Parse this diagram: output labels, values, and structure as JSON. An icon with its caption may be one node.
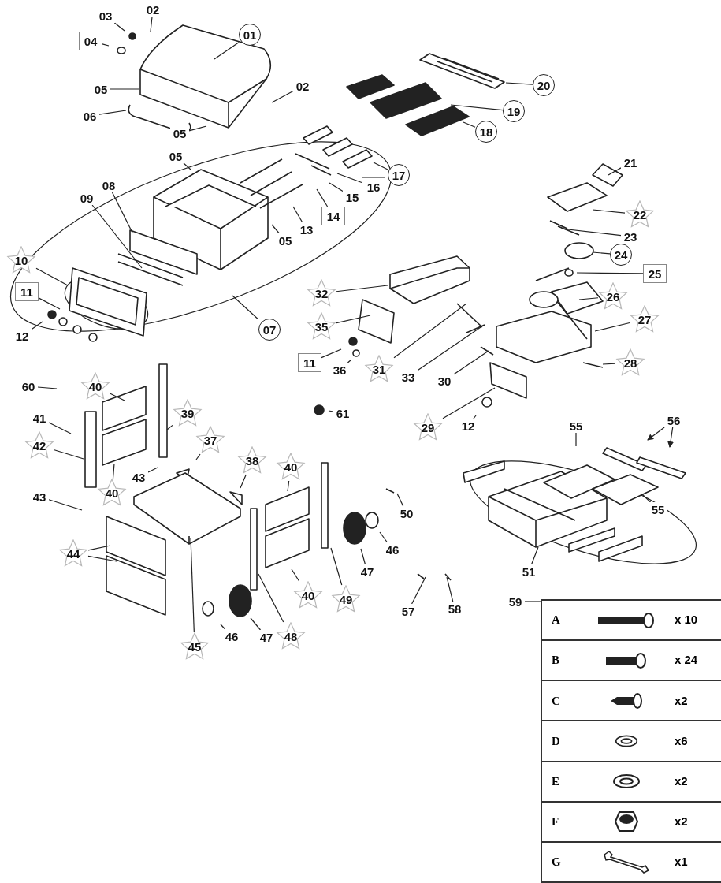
{
  "diagram": {
    "nodes": [
      {
        "text": [
          "01"
        ]
      },
      {
        "text": [
          "02"
        ]
      },
      {
        "text": [
          "03"
        ]
      },
      {
        "text": [
          "04"
        ]
      },
      {
        "text": [
          "05"
        ]
      },
      {
        "text": [
          "06"
        ]
      },
      {
        "text": [
          "05"
        ]
      },
      {
        "text": [
          "02"
        ]
      },
      {
        "text": [
          "05"
        ]
      },
      {
        "text": [
          "08"
        ]
      },
      {
        "text": [
          "09"
        ]
      },
      {
        "text": [
          "10"
        ]
      },
      {
        "text": [
          "11"
        ]
      },
      {
        "text": [
          "12"
        ]
      },
      {
        "text": [
          "07"
        ]
      },
      {
        "text": [
          "05"
        ]
      },
      {
        "text": [
          "13"
        ]
      },
      {
        "text": [
          "14"
        ]
      },
      {
        "text": [
          "15"
        ]
      },
      {
        "text": [
          "16"
        ]
      },
      {
        "text": [
          "17"
        ]
      },
      {
        "text": [
          "18"
        ]
      },
      {
        "text": [
          "19"
        ]
      },
      {
        "text": [
          "20"
        ]
      },
      {
        "text": [
          "21"
        ]
      },
      {
        "text": [
          "22"
        ]
      },
      {
        "text": [
          "23"
        ]
      },
      {
        "text": [
          "24"
        ]
      },
      {
        "text": [
          "25"
        ]
      },
      {
        "text": [
          "26"
        ]
      },
      {
        "text": [
          "27"
        ]
      },
      {
        "text": [
          "28"
        ]
      },
      {
        "text": [
          "32"
        ]
      },
      {
        "text": [
          "35"
        ]
      },
      {
        "text": [
          "11"
        ]
      },
      {
        "text": [
          "36"
        ]
      },
      {
        "text": [
          "31"
        ]
      },
      {
        "text": [
          "33"
        ]
      },
      {
        "text": [
          "30"
        ]
      },
      {
        "text": [
          "29"
        ]
      },
      {
        "text": [
          "12"
        ]
      },
      {
        "text": [
          "60"
        ]
      },
      {
        "text": [
          "40"
        ]
      },
      {
        "text": [
          "41"
        ]
      },
      {
        "text": [
          "39"
        ]
      },
      {
        "text": [
          "42"
        ]
      },
      {
        "text": [
          "37"
        ]
      },
      {
        "text": [
          "43"
        ]
      },
      {
        "text": [
          "38"
        ]
      },
      {
        "text": [
          "40"
        ]
      },
      {
        "text": [
          "43"
        ]
      },
      {
        "text": [
          "40"
        ]
      },
      {
        "text": [
          "44"
        ]
      },
      {
        "text": [
          "45"
        ]
      },
      {
        "text": [
          "50"
        ]
      },
      {
        "text": [
          "46"
        ]
      },
      {
        "text": [
          "47"
        ]
      },
      {
        "text": [
          "40"
        ]
      },
      {
        "text": [
          "49"
        ]
      },
      {
        "text": [
          "46"
        ]
      },
      {
        "text": [
          "47"
        ]
      },
      {
        "text": [
          "48"
        ]
      },
      {
        "text": [
          "57"
        ]
      },
      {
        "text": [
          "58"
        ]
      },
      {
        "text": [
          "61"
        ]
      },
      {
        "text": [
          "55"
        ]
      },
      {
        "text": [
          "56"
        ]
      },
      {
        "text": [
          "55"
        ]
      },
      {
        "text": [
          "51"
        ]
      },
      {
        "text": [
          "59"
        ]
      }
    ],
    "edges": [
      {
        "from": 0,
        "to": null,
        "arrow": "none"
      },
      {
        "from": 1,
        "to": null,
        "arrow": "none"
      },
      {
        "from": 2,
        "to": null,
        "arrow": "none"
      },
      {
        "from": 3,
        "to": null,
        "arrow": "none"
      },
      {
        "from": 4,
        "to": null,
        "arrow": "none"
      },
      {
        "from": 5,
        "to": null,
        "arrow": "none"
      },
      {
        "from": 6,
        "to": null,
        "arrow": "none"
      },
      {
        "from": 7,
        "to": null,
        "arrow": "none"
      },
      {
        "from": 8,
        "to": null,
        "arrow": "none"
      },
      {
        "from": 9,
        "to": null,
        "arrow": "none"
      },
      {
        "from": 10,
        "to": null,
        "arrow": "none"
      },
      {
        "from": 11,
        "to": null,
        "arrow": "none"
      },
      {
        "from": 12,
        "to": null,
        "arrow": "none"
      },
      {
        "from": 13,
        "to": null,
        "arrow": "none"
      },
      {
        "from": 14,
        "to": null,
        "arrow": "none"
      },
      {
        "from": 15,
        "to": null,
        "arrow": "none"
      },
      {
        "from": 16,
        "to": null,
        "arrow": "none"
      },
      {
        "from": 17,
        "to": null,
        "arrow": "none"
      },
      {
        "from": 18,
        "to": null,
        "arrow": "none"
      },
      {
        "from": 19,
        "to": null,
        "arrow": "none"
      },
      {
        "from": 20,
        "to": null,
        "arrow": "none"
      },
      {
        "from": 21,
        "to": null,
        "arrow": "none"
      },
      {
        "from": 22,
        "to": null,
        "arrow": "none"
      },
      {
        "from": 23,
        "to": null,
        "arrow": "none"
      },
      {
        "from": 24,
        "to": null,
        "arrow": "none"
      },
      {
        "from": 25,
        "to": null,
        "arrow": "none"
      },
      {
        "from": 26,
        "to": null,
        "arrow": "none"
      },
      {
        "from": 27,
        "to": null,
        "arrow": "none"
      },
      {
        "from": 28,
        "to": null,
        "arrow": "none"
      },
      {
        "from": 29,
        "to": null,
        "arrow": "none"
      },
      {
        "from": 30,
        "to": null,
        "arrow": "none"
      },
      {
        "from": 31,
        "to": null,
        "arrow": "none"
      },
      {
        "from": 32,
        "to": null,
        "arrow": "none"
      },
      {
        "from": 33,
        "to": null,
        "arrow": "none"
      },
      {
        "from": 34,
        "to": null,
        "arrow": "none"
      },
      {
        "from": 35,
        "to": null,
        "arrow": "none"
      },
      {
        "from": 36,
        "to": null,
        "arrow": "none"
      },
      {
        "from": 37,
        "to": null,
        "arrow": "none"
      },
      {
        "from": 38,
        "to": null,
        "arrow": "none"
      },
      {
        "from": 39,
        "to": null,
        "arrow": "none"
      },
      {
        "from": 40,
        "to": null,
        "arrow": "none"
      },
      {
        "from": 41,
        "to": null,
        "arrow": "none"
      },
      {
        "from": 42,
        "to": null,
        "arrow": "none"
      },
      {
        "from": 43,
        "to": null,
        "arrow": "none"
      },
      {
        "from": 44,
        "to": null,
        "arrow": "none"
      },
      {
        "from": 45,
        "to": null,
        "arrow": "none"
      },
      {
        "from": 46,
        "to": null,
        "arrow": "none"
      },
      {
        "from": 47,
        "to": null,
        "arrow": "none"
      },
      {
        "from": 48,
        "to": null,
        "arrow": "none"
      },
      {
        "from": 49,
        "to": null,
        "arrow": "none"
      },
      {
        "from": 50,
        "to": null,
        "arrow": "none"
      },
      {
        "from": 51,
        "to": null,
        "arrow": "none"
      },
      {
        "from": 52,
        "to": null,
        "arrow": "none"
      },
      {
        "from": 52,
        "to": null,
        "arrow": "none"
      },
      {
        "from": 53,
        "to": null,
        "arrow": "none"
      },
      {
        "from": 54,
        "to": null,
        "arrow": "none"
      },
      {
        "from": 55,
        "to": null,
        "arrow": "none"
      },
      {
        "from": 56,
        "to": null,
        "arrow": "none"
      },
      {
        "from": 57,
        "to": null,
        "arrow": "none"
      },
      {
        "from": 58,
        "to": null,
        "arrow": "none"
      },
      {
        "from": 59,
        "to": null,
        "arrow": "none"
      },
      {
        "from": 60,
        "to": null,
        "arrow": "none"
      },
      {
        "from": 61,
        "to": null,
        "arrow": "none"
      },
      {
        "from": 62,
        "to": null,
        "arrow": "none"
      },
      {
        "from": 63,
        "to": null,
        "arrow": "none"
      },
      {
        "from": 64,
        "to": null,
        "arrow": "none"
      },
      {
        "from": 65,
        "to": null,
        "arrow": "none"
      },
      {
        "from": 66,
        "to": null,
        "arrow": "to"
      },
      {
        "from": 66,
        "to": null,
        "arrow": "to"
      },
      {
        "from": 67,
        "to": null,
        "arrow": "none"
      },
      {
        "from": 68,
        "to": null,
        "arrow": "none"
      },
      {
        "from": 69,
        "to": null,
        "arrow": "none"
      }
    ],
    "labels": [
      "A",
      "x 10",
      "B",
      "x 24",
      "C",
      "x2",
      "D",
      "x6",
      "E",
      "x2",
      "F",
      "x2",
      "G",
      "x1"
    ]
  }
}
